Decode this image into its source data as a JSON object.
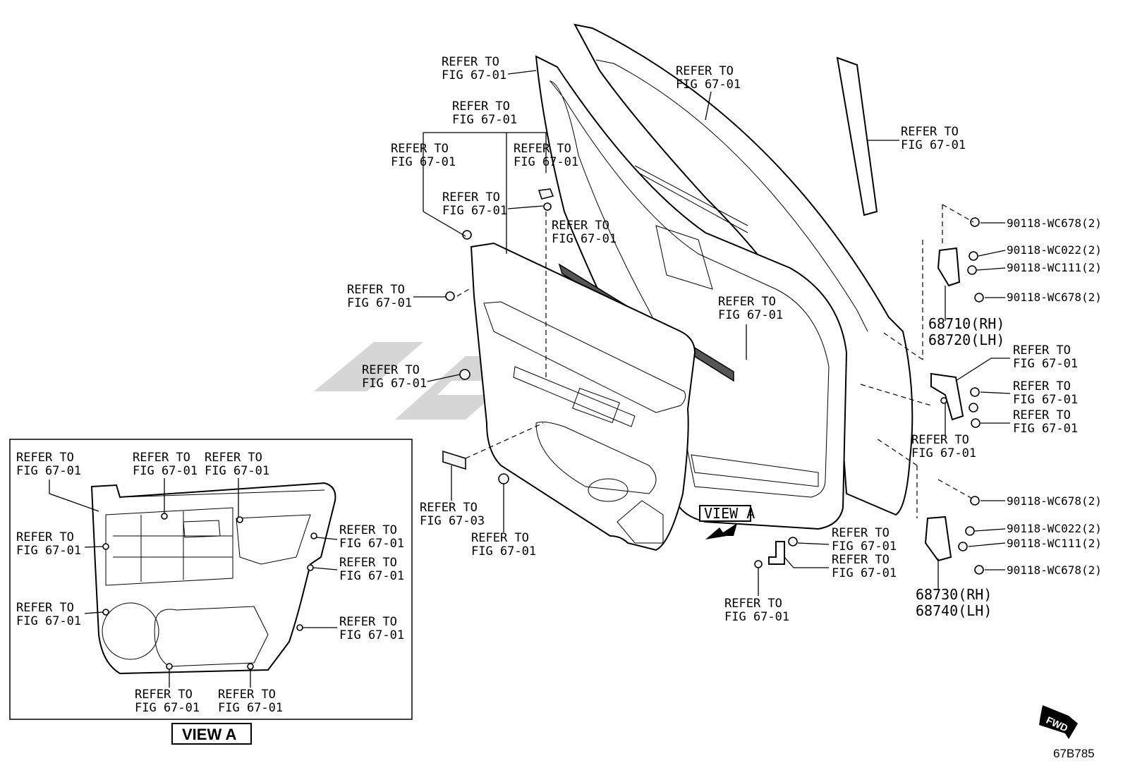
{
  "diagram": {
    "labels": {
      "l1a": "REFER TO",
      "l1b": "FIG 67-01",
      "l2a": "REFER TO",
      "l2b": "FIG 67-01",
      "l3a": "REFER TO",
      "l3b": "FIG 67-01",
      "l4a": "REFER TO",
      "l4b": "FIG 67-01",
      "l5a": "REFER TO",
      "l5b": "FIG 67-01",
      "l6a": "REFER TO",
      "l6b": "FIG 67-01",
      "l7a": "REFER TO",
      "l7b": "FIG 67-01",
      "l8a": "REFER TO",
      "l8b": "FIG 67-01",
      "l9a": "REFER TO",
      "l9b": "FIG 67-01",
      "l10a": "REFER TO",
      "l10b": "FIG 67-01",
      "l11a": "REFER TO",
      "l11b": "FIG 67-01",
      "l12a": "REFER TO",
      "l12b": "FIG 67-03",
      "l13a": "REFER TO",
      "l13b": "FIG 67-01",
      "l14a": "REFER TO",
      "l14b": "FIG 67-01",
      "l15a": "REFER TO",
      "l15b": "FIG 67-01",
      "l16a": "REFER TO",
      "l16b": "FIG 67-01",
      "l17a": "REFER TO",
      "l17b": "FIG 67-01",
      "l18a": "REFER TO",
      "l18b": "FIG 67-01",
      "l19a": "REFER TO",
      "l19b": "FIG 67-01",
      "l20a": "REFER TO",
      "l20b": "FIG 67-01"
    },
    "parts": {
      "p1": "90118-WC678(2)",
      "p2": "90118-WC022(2)",
      "p3": "90118-WC111(2)",
      "p4": "90118-WC678(2)",
      "p5": "90118-WC678(2)",
      "p6": "90118-WC022(2)",
      "p7": "90118-WC111(2)",
      "p8": "90118-WC678(2)",
      "hinge_upper_rh": "68710(RH)",
      "hinge_upper_lh": "68720(LH)",
      "hinge_lower_rh": "68730(RH)",
      "hinge_lower_lh": "68740(LH)"
    },
    "view_tag": "VIEW A",
    "inset": {
      "labels": {
        "a1": "REFER TO",
        "a2": "FIG 67-01",
        "b1": "REFER TO",
        "b2": "FIG 67-01",
        "c1": "REFER TO",
        "c2": "FIG 67-01",
        "d1": "REFER TO",
        "d2": "FIG 67-01",
        "e1": "REFER TO",
        "e2": "FIG 67-01",
        "f1": "REFER TO",
        "f2": "FIG 67-01",
        "g1": "REFER TO",
        "g2": "FIG 67-01",
        "h1": "REFER TO",
        "h2": "FIG 67-01",
        "i1": "REFER TO",
        "i2": "FIG 67-01",
        "j1": "REFER TO",
        "j2": "FIG 67-01"
      },
      "caption": "VIEW A"
    },
    "fwd": "FWD",
    "figure_code": "67B785"
  }
}
